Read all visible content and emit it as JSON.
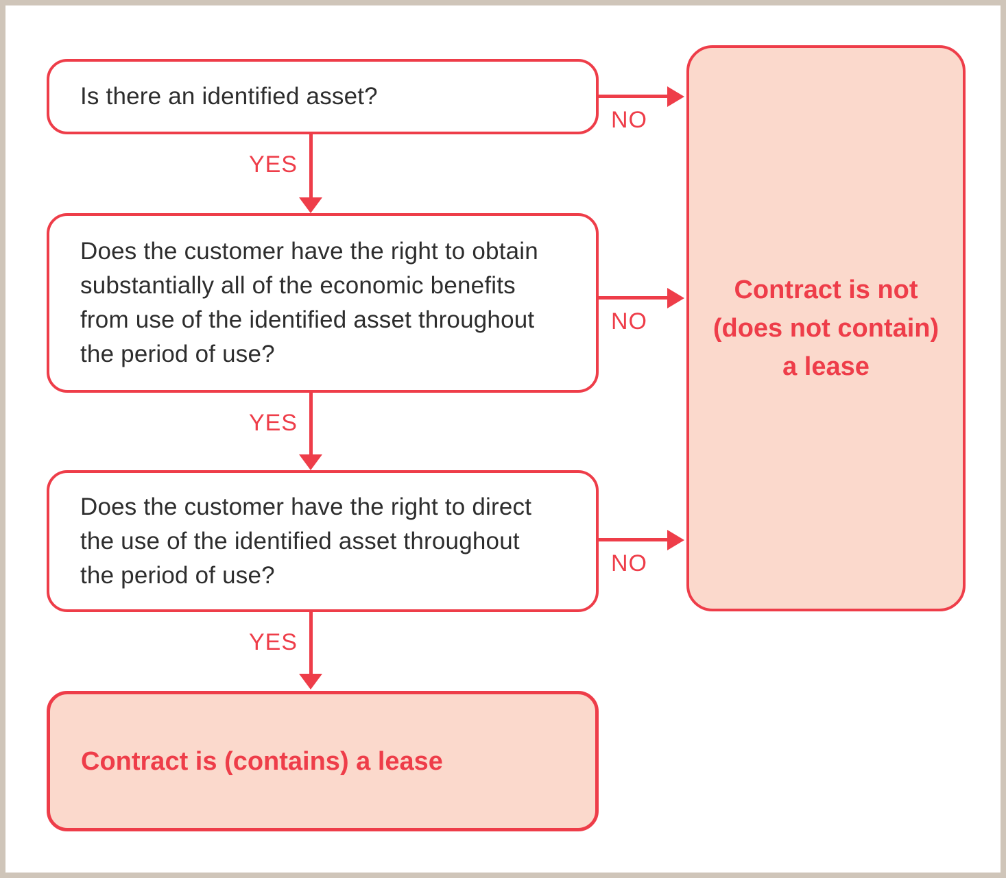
{
  "colors": {
    "red": "#ee3d49",
    "pink": "#fbd9cc",
    "frame": "#cfc5b9",
    "question_text": "#2d2d2d",
    "background": "#ffffff"
  },
  "flow": {
    "questions": [
      {
        "text": "Is there an identified asset?"
      },
      {
        "text": "Does the customer have the right to obtain substantially all of the economic benefits from use of the identified asset throughout the period of use?"
      },
      {
        "text": "Does the customer have the right to direct the use of the identified asset throughout the period of use?"
      }
    ],
    "outcomes": {
      "lease": {
        "text": "Contract is (contains) a lease"
      },
      "not_lease": {
        "lines": [
          "Contract is not",
          "(does not contain)",
          "a lease"
        ]
      }
    },
    "labels": {
      "yes": "YES",
      "no": "NO"
    }
  }
}
